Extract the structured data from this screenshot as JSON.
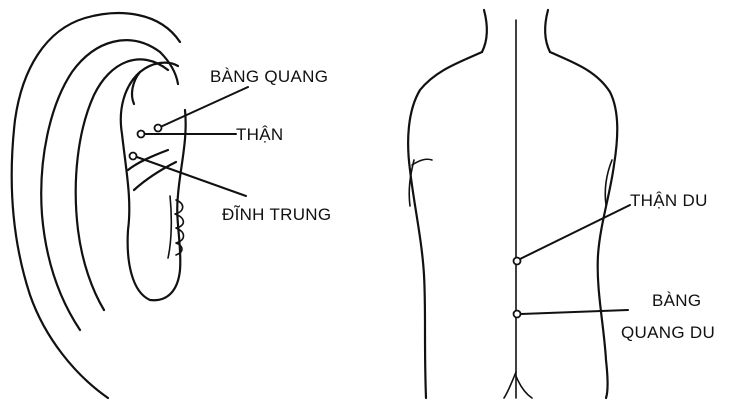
{
  "ear_labels": {
    "bang_quang": "BÀNG QUANG",
    "than": "THẬN",
    "dinh_trung": "ĐĨNH TRUNG"
  },
  "back_labels": {
    "than_du": "THẬN DU",
    "bang_quang_du_line1": "BÀNG",
    "bang_quang_du_line2": "QUANG DU"
  },
  "colors": {
    "ink": "#111111",
    "background": "#ffffff"
  }
}
